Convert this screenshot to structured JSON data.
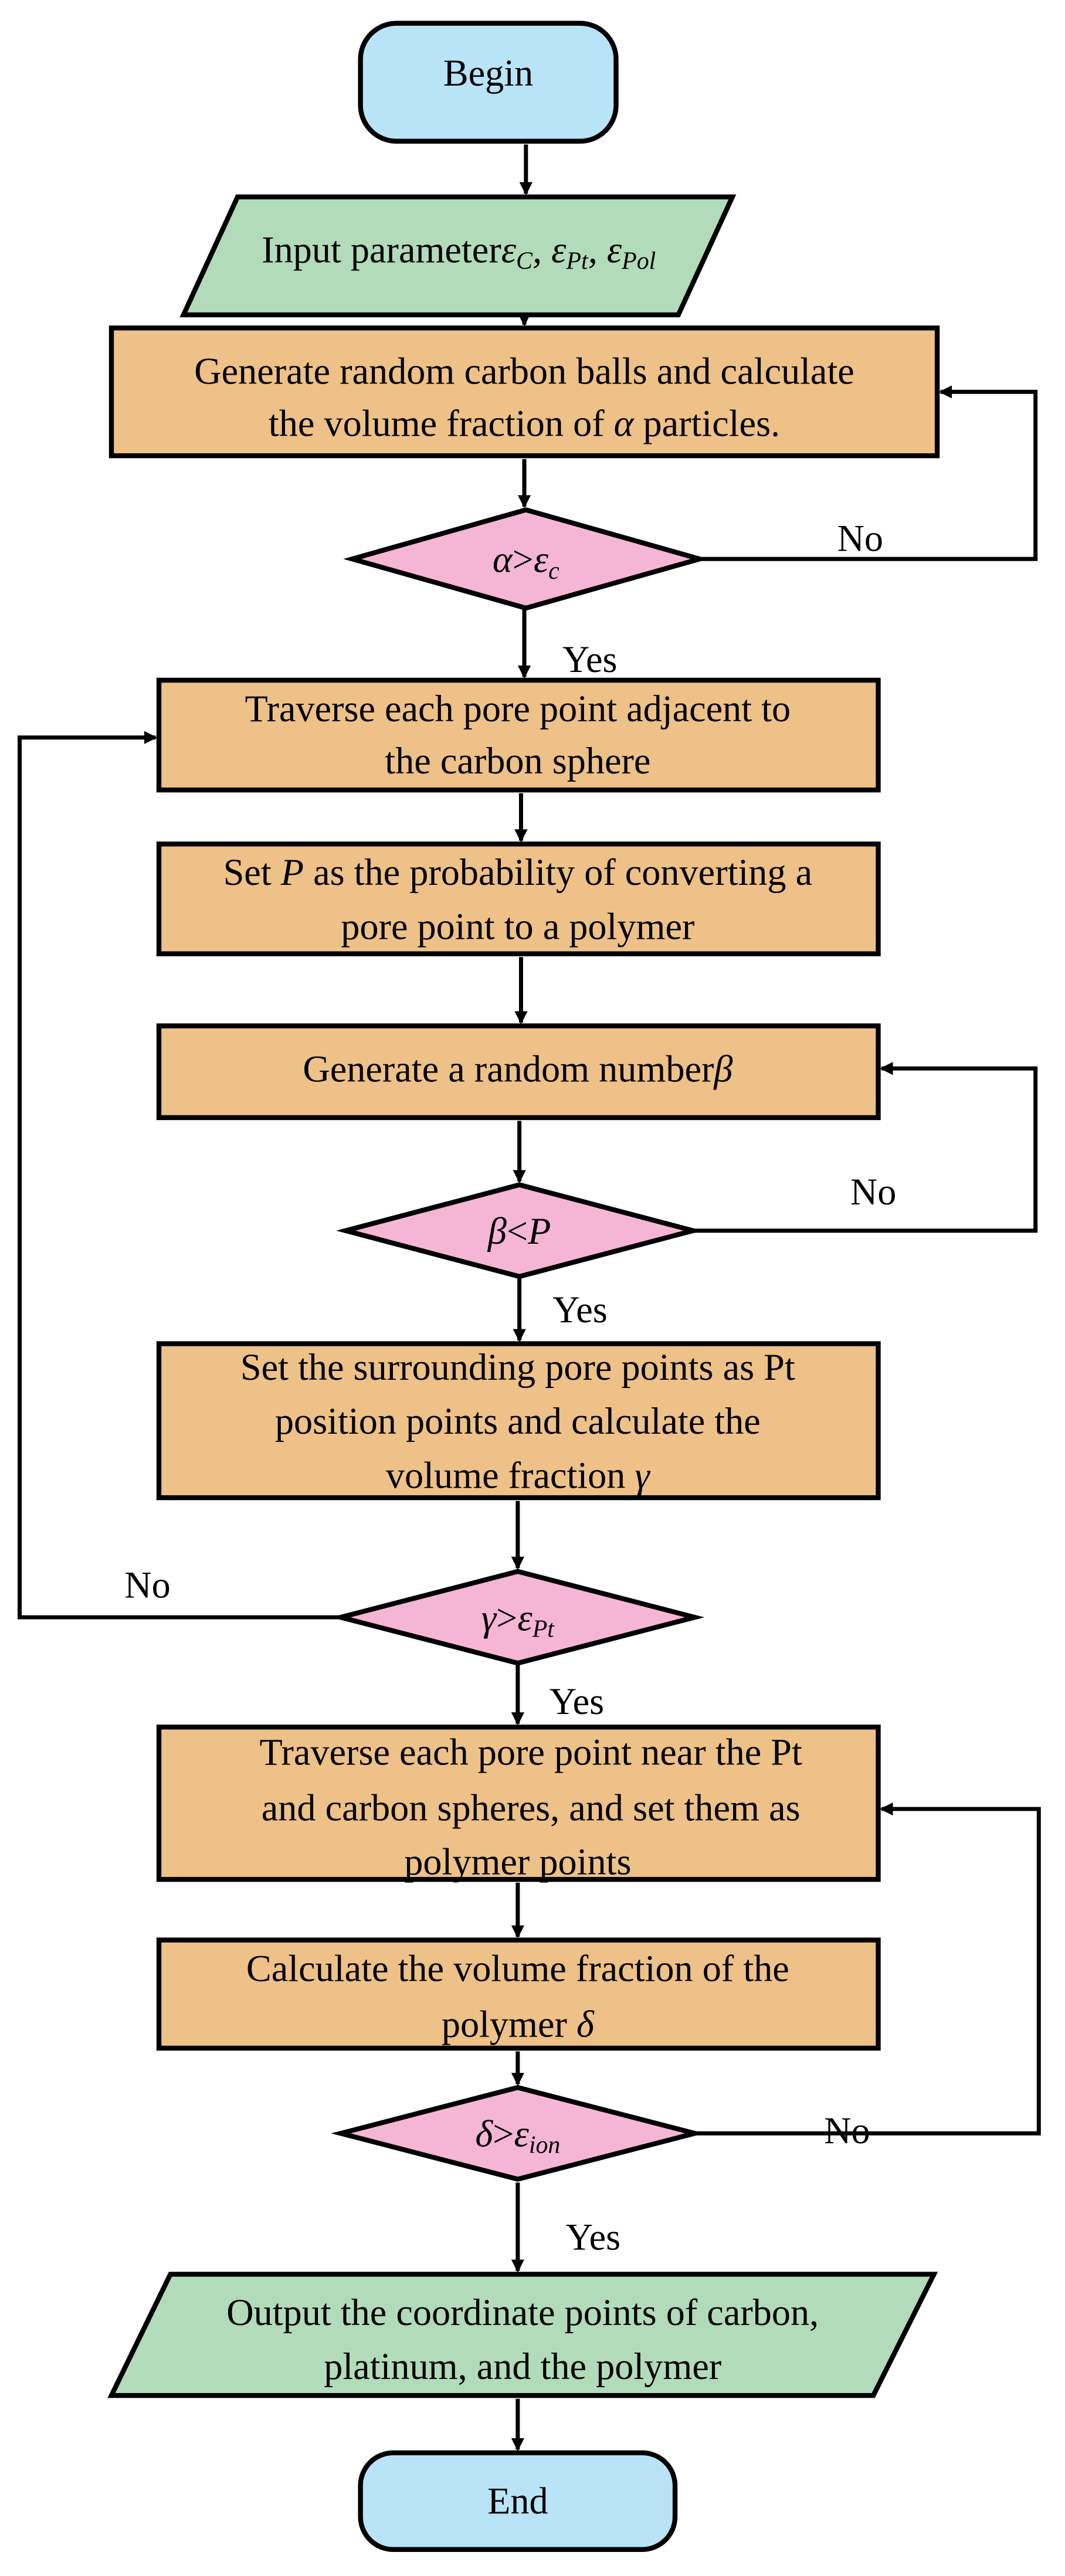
{
  "colors": {
    "terminal": "#b9e4f7",
    "io": "#b2dbba",
    "process": "#edc187",
    "decision": "#f5b6d5"
  },
  "begin": "Begin",
  "input": {
    "text": "Input parameter",
    "e": "ε",
    "c": "C",
    "sep": ", ",
    "pt": "Pt",
    "pol": "Pol"
  },
  "step1": {
    "line1": "Generate random carbon balls and calculate",
    "line2a": "the volume fraction of ",
    "alpha": "α",
    "line2b": " particles."
  },
  "dec1": {
    "a": "α",
    "op": ">",
    "e": "ε",
    "sub": "c"
  },
  "step2": {
    "line1": "Traverse each pore point adjacent to",
    "line2": "the carbon sphere"
  },
  "step3": {
    "line1a": "Set ",
    "p": "P",
    "line1b": " as the probability of converting a",
    "line2": "pore point to a polymer"
  },
  "step4": {
    "text": "Generate a random number",
    "beta": "β"
  },
  "dec2": {
    "b": "β",
    "op": "<",
    "p": "P"
  },
  "step5": {
    "line1": "Set the surrounding pore points as Pt",
    "line2": "position points and calculate the",
    "line3": "volume fraction ",
    "gamma": "γ"
  },
  "dec3": {
    "g": "γ",
    "op": ">",
    "e": "ε",
    "sub": "Pt"
  },
  "step6": {
    "line1": "Traverse each pore point near the Pt",
    "line2": "and carbon spheres, and set them as",
    "line3": "polymer points"
  },
  "step7": {
    "line1": "Calculate the volume fraction of the",
    "line2": "polymer ",
    "delta": "δ"
  },
  "dec4": {
    "d": "δ",
    "op": ">",
    "e": "ε",
    "sub": "ion"
  },
  "output": {
    "line1": "Output the coordinate points of carbon,",
    "line2": "platinum, and the polymer"
  },
  "end": "End",
  "labels": {
    "yes": "Yes",
    "no": "No"
  }
}
